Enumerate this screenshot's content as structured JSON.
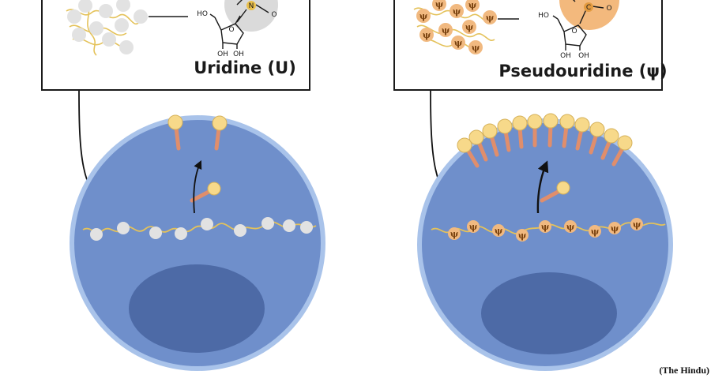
{
  "panels": {
    "uridine": {
      "label": "Uridine (U)",
      "nitrogen_atom": "N",
      "oxygen_atom": "O",
      "ho_label": "HO",
      "oh_label_1": "OH",
      "oh_label_2": "OH"
    },
    "pseudouridine": {
      "label": "Pseudouridine (ψ)",
      "carbon_atom": "C",
      "oxygen_atom": "O",
      "ho_label": "HO",
      "oh_label_1": "OH",
      "oh_label_2": "OH",
      "nucleotide_symbol": "ψ"
    }
  },
  "credit": "(The Hindu)",
  "colors": {
    "cell_fill": "#6f8fcb",
    "cell_rim": "#a9c3ea",
    "nucleus_fill": "#4d6aa6",
    "rna_strand": "#e4c25a",
    "uridine_bead": "#e2e2e2",
    "pseudouridine_bead": "#f1b980",
    "receptor_head": "#f7d98a",
    "receptor_stalk": "#e08e6c",
    "panel_border": "#1a1a1a"
  }
}
